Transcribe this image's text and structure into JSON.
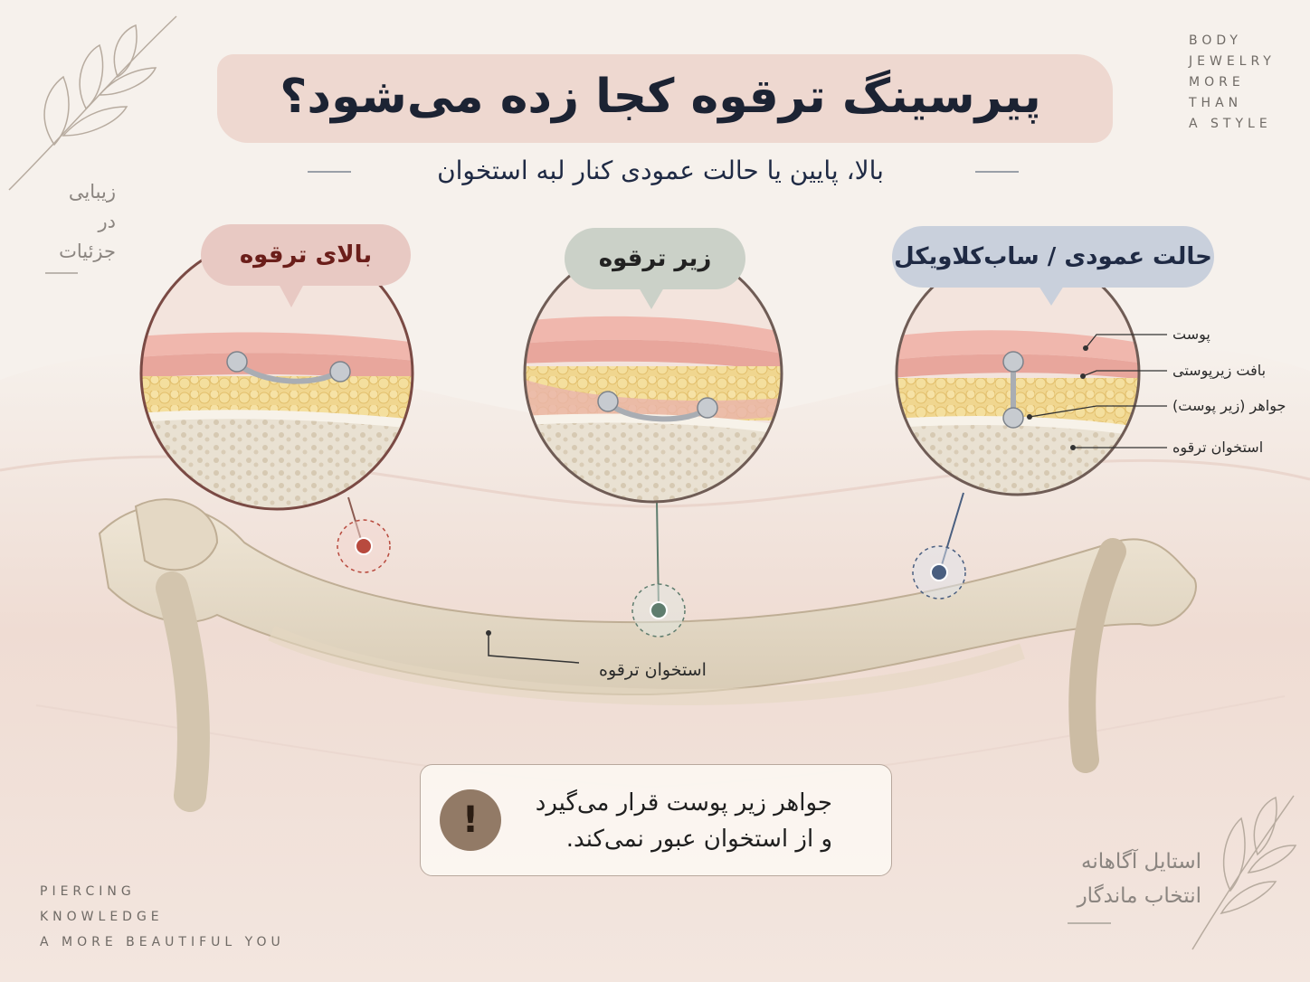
{
  "title": "پیرسینگ ترقوه کجا زده می‌شود؟",
  "subtitle": "بالا، پایین یا حالت عمودی کنار لبه استخوان",
  "placements": [
    {
      "label": "بالای ترقوه",
      "color": "#e8c9c3",
      "marker_color": "#b84a3e"
    },
    {
      "label": "زیر ترقوه",
      "color": "#cbd1c8",
      "marker_color": "#5f7d6e"
    },
    {
      "label": "حالت عمودی / ساب‌کلاویکل",
      "color": "#c9d0dc",
      "marker_color": "#4a5f80"
    }
  ],
  "layer_labels": [
    "پوست",
    "بافت زیرپوستی",
    "جواهر (زیر پوست)",
    "استخوان ترقوه"
  ],
  "bone_label": "استخوان ترقوه",
  "note": {
    "icon": "warning-icon",
    "line1": "جواهر زیر پوست قرار می‌گیرد",
    "line2": "و از استخوان عبور نمی‌کند."
  },
  "corner_top_right": [
    "BODY",
    "JEWELRY",
    "MORE",
    "THAN",
    "A STYLE"
  ],
  "corner_top_left": [
    "زیبایی",
    "در",
    "جزئیات"
  ],
  "corner_bottom_left": [
    "PIERCING",
    "KNOWLEDGE",
    "A MORE BEAUTIFUL YOU"
  ],
  "corner_bottom_right": [
    "استایل آگاهانه",
    "انتخاب ماندگار"
  ]
}
